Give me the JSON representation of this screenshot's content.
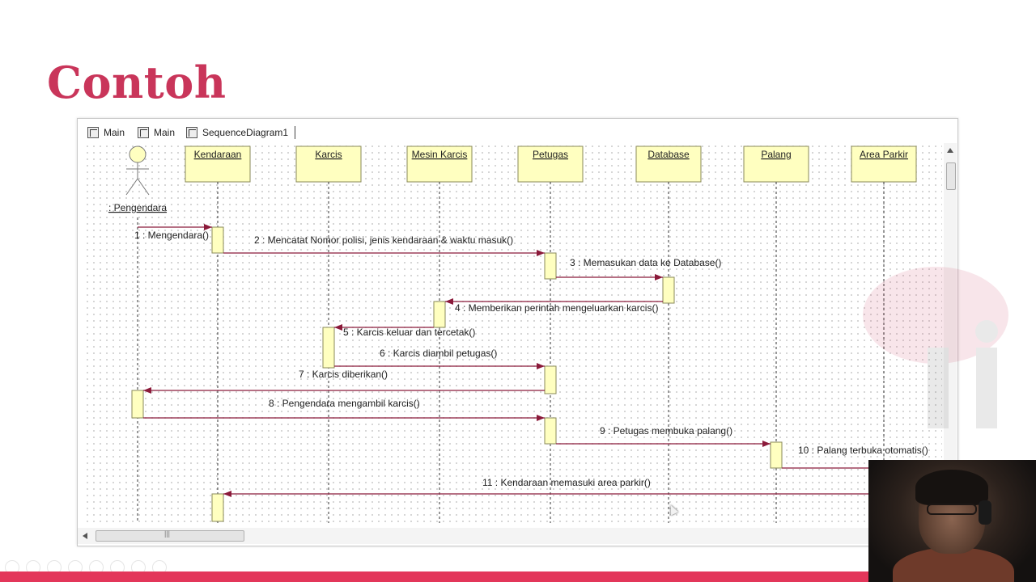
{
  "slide": {
    "title": "Contoh"
  },
  "tabs": [
    {
      "label": "Main",
      "icon": "class-diagram-icon"
    },
    {
      "label": "Main",
      "icon": "class-diagram-icon"
    },
    {
      "label": "SequenceDiagram1",
      "icon": "sequence-diagram-icon"
    }
  ],
  "diagram": {
    "actor": {
      "label": ": Pengendara"
    },
    "lifelines": [
      {
        "id": "pengendara",
        "label": ": Pengendara",
        "actor": true
      },
      {
        "id": "kendaraan",
        "label": "Kendaraan"
      },
      {
        "id": "karcis",
        "label": "Karcis"
      },
      {
        "id": "mesin",
        "label": "Mesin Karcis"
      },
      {
        "id": "petugas",
        "label": "Petugas"
      },
      {
        "id": "database",
        "label": "Database"
      },
      {
        "id": "palang",
        "label": "Palang"
      },
      {
        "id": "area",
        "label": "Area Parkir"
      }
    ],
    "messages": [
      {
        "from": "pengendara",
        "to": "kendaraan",
        "label": "1 : Mengendara()"
      },
      {
        "from": "kendaraan",
        "to": "petugas",
        "label": "2 : Mencatat Nomor polisi, jenis kendaraan & waktu masuk()"
      },
      {
        "from": "petugas",
        "to": "database",
        "label": "3 : Memasukan data ke Database()"
      },
      {
        "from": "database",
        "to": "mesin",
        "label": "4 : Memberikan perintah mengeluarkan karcis()"
      },
      {
        "from": "mesin",
        "to": "karcis",
        "label": "5 : Karcis keluar dan tercetak()"
      },
      {
        "from": "karcis",
        "to": "petugas",
        "label": "6 : Karcis diambil petugas()"
      },
      {
        "from": "petugas",
        "to": "pengendara",
        "label": "7 : Karcis diberikan()"
      },
      {
        "from": "pengendara",
        "to": "petugas",
        "label": "8 : Pengendara mengambil karcis()"
      },
      {
        "from": "petugas",
        "to": "palang",
        "label": "9 : Petugas membuka palang()"
      },
      {
        "from": "palang",
        "to": "area",
        "label": "10 : Palang terbuka otomatis()"
      },
      {
        "from": "area",
        "to": "kendaraan",
        "label": "11 : Kendaraan memasuki area parkir()"
      }
    ]
  },
  "colors": {
    "title": "#c9355a",
    "lifeline_box_fill": "#ffffc0",
    "lifeline_box_stroke": "#8a8a5a",
    "message_line": "#8b1a3a",
    "bottom_bar": "#e3365a"
  }
}
